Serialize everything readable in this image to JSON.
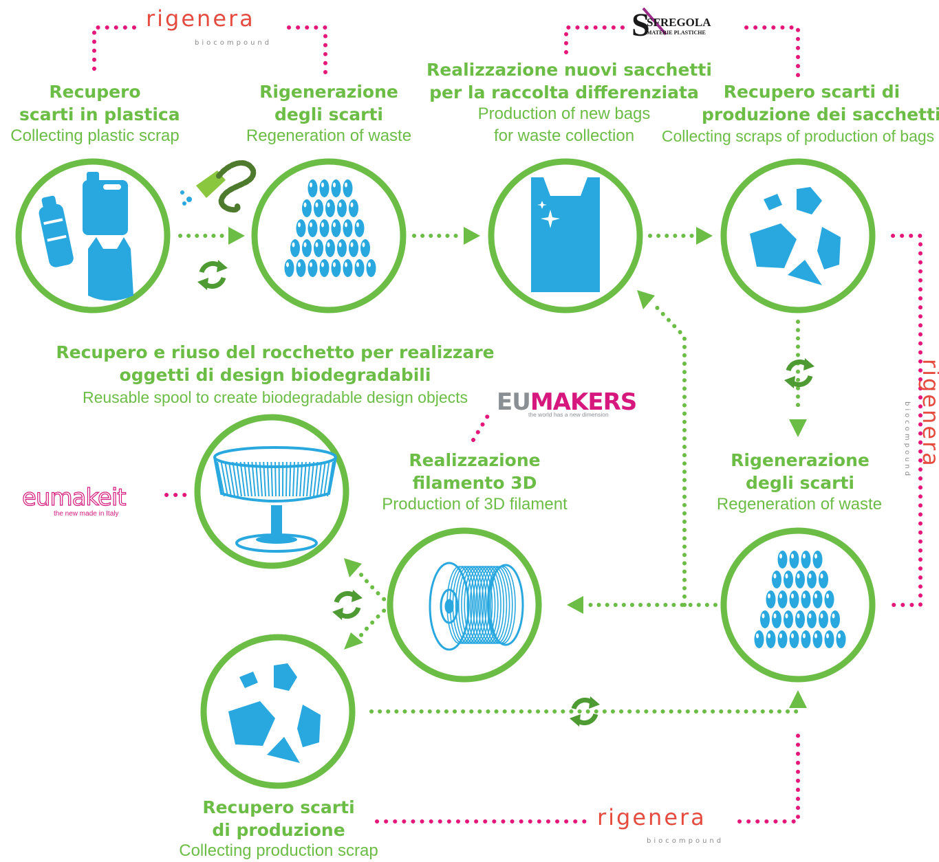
{
  "colors": {
    "green": "#6bbd45",
    "blue": "#29a8e0",
    "pink": "#e6177a",
    "logo_red": "#e54b3f",
    "eumakers_grey": "#8a8f93",
    "eumakers_pink": "#d6177d"
  },
  "stages": {
    "collect_plastic": {
      "title_line1": "Recupero",
      "title_line2": "scarti in plastica",
      "subtitle": "Collecting plastic scrap"
    },
    "regen_top": {
      "title_line1": "Rigenerazione",
      "title_line2": "degli scarti",
      "subtitle": "Regeneration of waste"
    },
    "new_bags": {
      "title_line1": "Realizzazione nuovi sacchetti",
      "title_line2": "per la raccolta differenziata",
      "subtitle_line1": "Production of new bags",
      "subtitle_line2": "for waste collection"
    },
    "bag_scraps": {
      "title_line1": "Recupero scarti di",
      "title_line2": "produzione dei sacchetti",
      "subtitle": "Collecting scraps of production of bags"
    },
    "spool_reuse": {
      "title_line1": "Recupero e riuso del rocchetto per realizzare",
      "title_line2": "oggetti di design biodegradabili",
      "subtitle": "Reusable spool to create biodegradable design objects"
    },
    "filament": {
      "title_line1": "Realizzazione",
      "title_line2": "filamento 3D",
      "subtitle": "Production of 3D filament"
    },
    "regen_right": {
      "title_line1": "Rigenerazione",
      "title_line2": "degli scarti",
      "subtitle": "Regeneration of waste"
    },
    "production_scrap": {
      "title_line1": "Recupero scarti",
      "title_line2": "di produzione",
      "subtitle": "Collecting production scrap"
    }
  },
  "logos": {
    "rigenera": {
      "word": "rigenera",
      "sub": "biocompound"
    },
    "sfregola": {
      "name": "SFREGOLA",
      "sub": "MATERIE PLASTICHE"
    },
    "eumakers": {
      "part1": "EU",
      "part2": "MAKERS",
      "tagline": "the world has a new dimension"
    },
    "eumakeit": {
      "word": "eumakeit",
      "tagline": "the new made in Italy"
    }
  },
  "icons": {
    "recycle": "recycle-arrows-icon",
    "bottle": "plastic-bottle-icon",
    "canister": "canister-icon",
    "bag": "plastic-bag-icon",
    "pellets": "pellets-icon",
    "shards": "plastic-shards-icon",
    "lamp": "lamp-icon",
    "spool": "filament-spool-icon",
    "extruder": "extruder-nozzle-icon"
  }
}
